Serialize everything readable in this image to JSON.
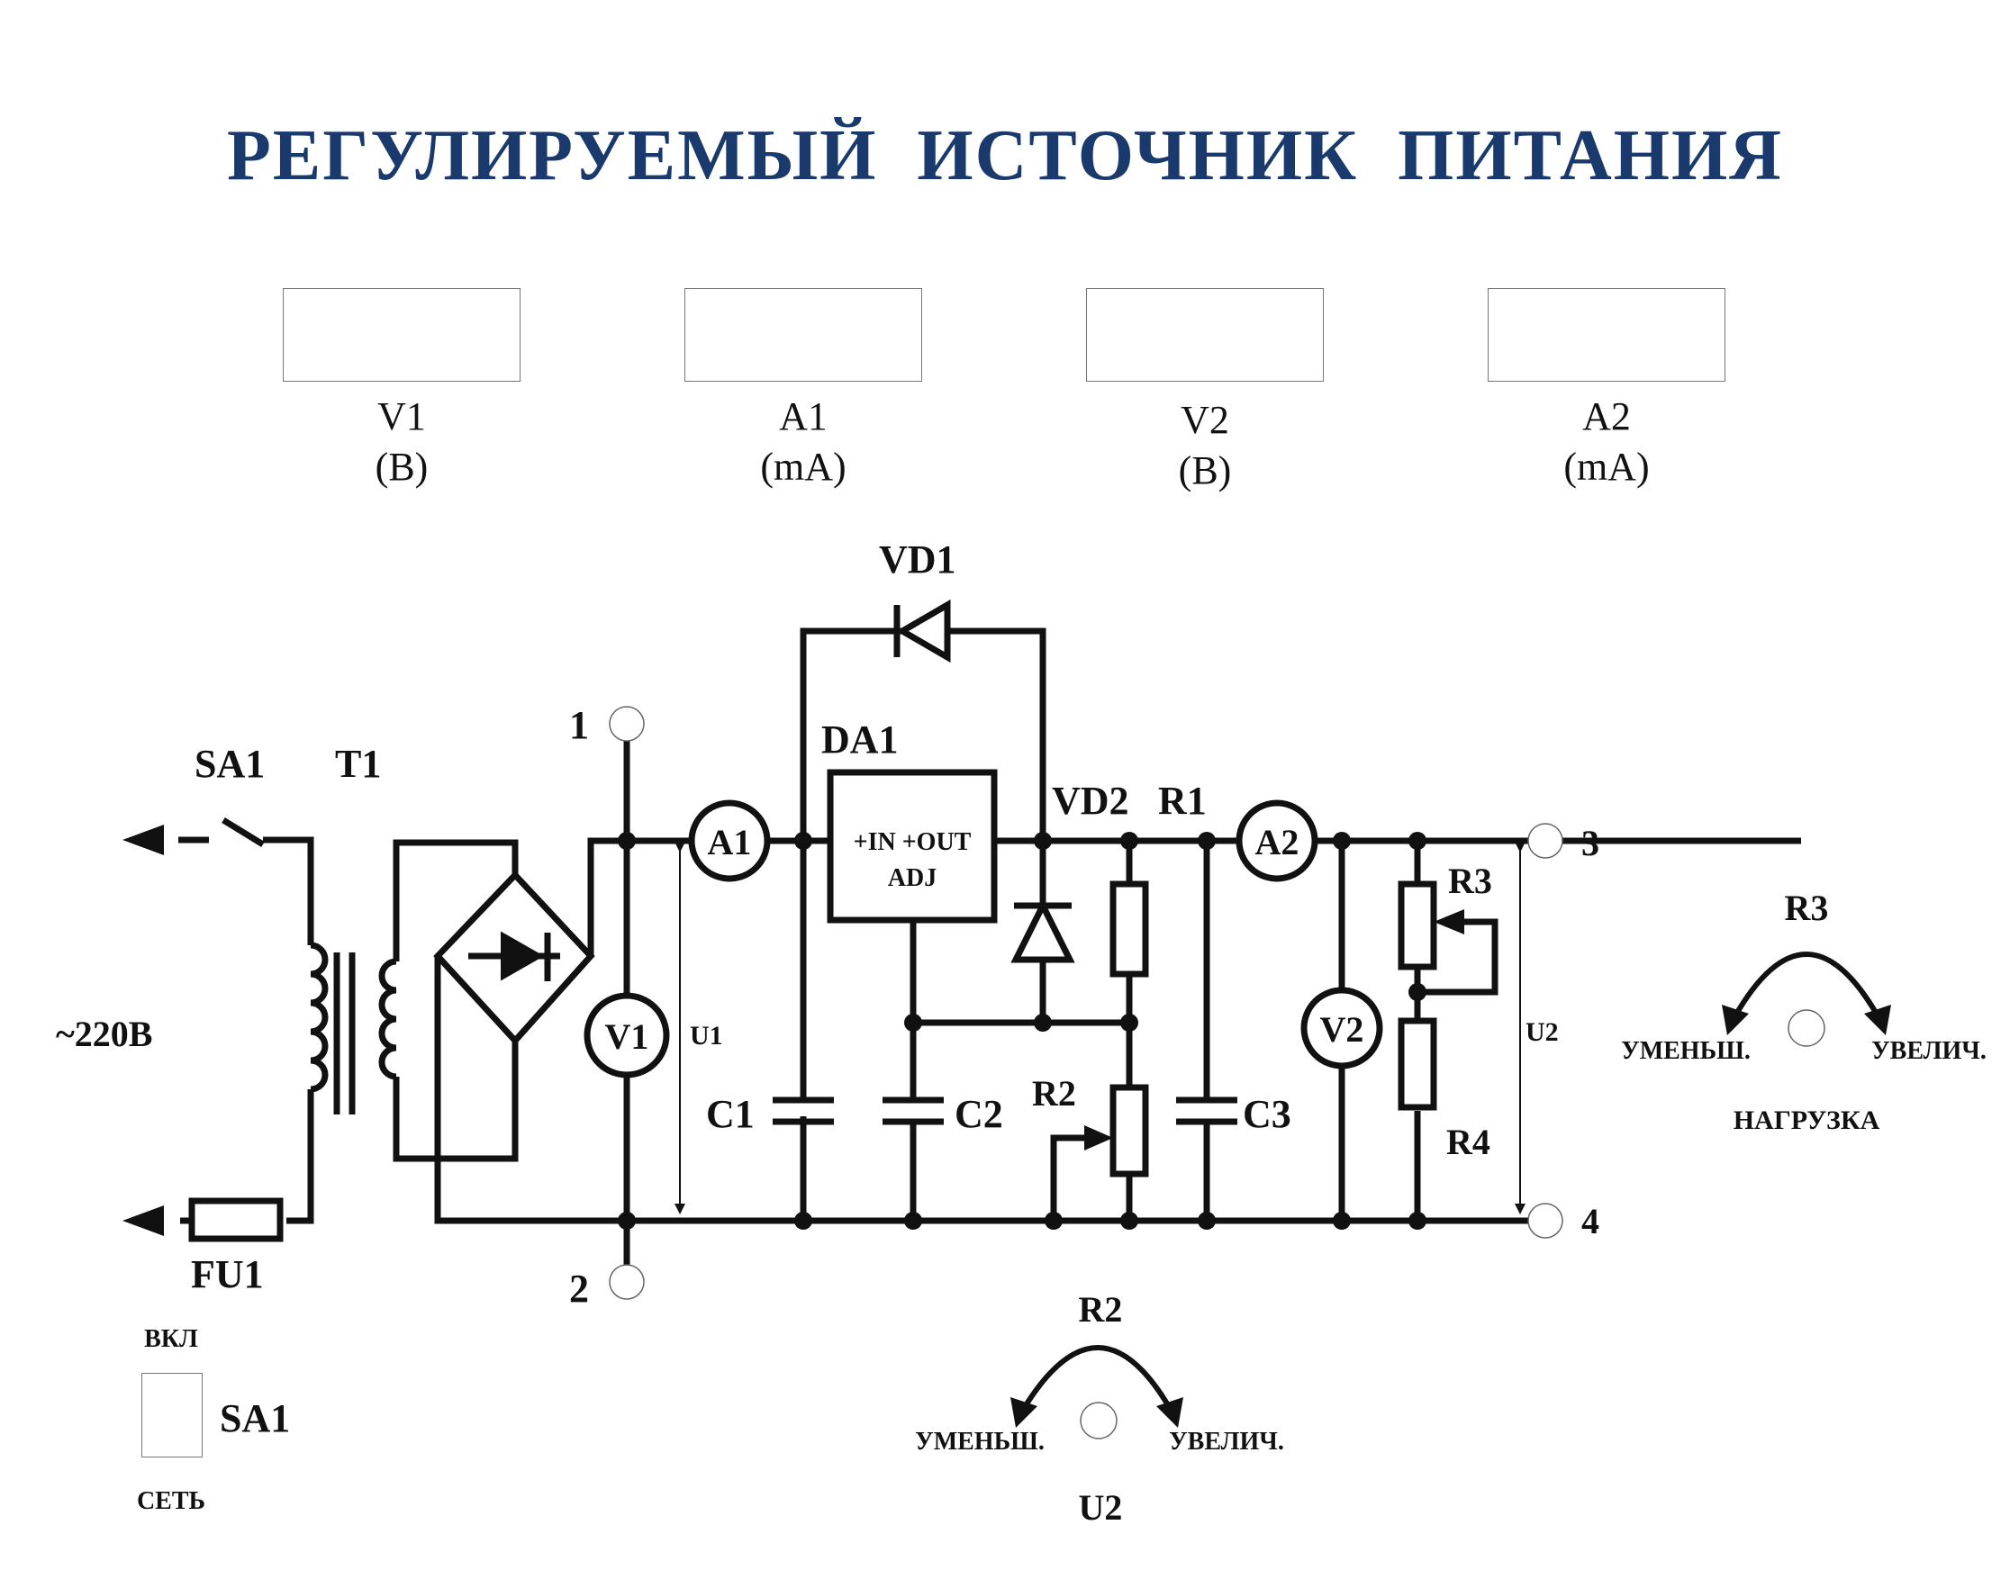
{
  "title": "РЕГУЛИРУЕМЫЙ  ИСТОЧНИК  ПИТАНИЯ",
  "meters": [
    {
      "name": "V1",
      "unit": "(В)"
    },
    {
      "name": "A1",
      "unit": "(mA)"
    },
    {
      "name": "V2",
      "unit": "(В)"
    },
    {
      "name": "A2",
      "unit": "(mA)"
    }
  ],
  "labels": {
    "sa1": "SA1",
    "t1": "T1",
    "mains": "~220В",
    "fu1": "FU1",
    "vd1": "VD1",
    "da1": "DA1",
    "da1_in_out": "+IN  +OUT",
    "da1_adj": "ADJ",
    "vd2": "VD2",
    "r1": "R1",
    "c1": "C1",
    "c2": "C2",
    "c3": "C3",
    "r2": "R2",
    "r3": "R3",
    "r4": "R4",
    "u1": "U1",
    "u2": "U2",
    "v1": "V1",
    "a1": "A1",
    "v2": "V2",
    "a2": "A2",
    "term1": "1",
    "term2": "2",
    "term3": "3",
    "term4": "4"
  },
  "knob_r3": {
    "title": "R3",
    "left": "УМЕНЬШ.",
    "right": "УВЕЛИЧ.",
    "caption": "НАГРУЗКА"
  },
  "knob_r2": {
    "title": "R2",
    "left": "УМЕНЬШ.",
    "right": "УВЕЛИЧ.",
    "caption": "U2"
  },
  "switch": {
    "on": "ВКЛ",
    "label": "SA1",
    "off": "СЕТЬ"
  },
  "colors": {
    "title": "#1a3a6e",
    "wire": "#111111"
  }
}
